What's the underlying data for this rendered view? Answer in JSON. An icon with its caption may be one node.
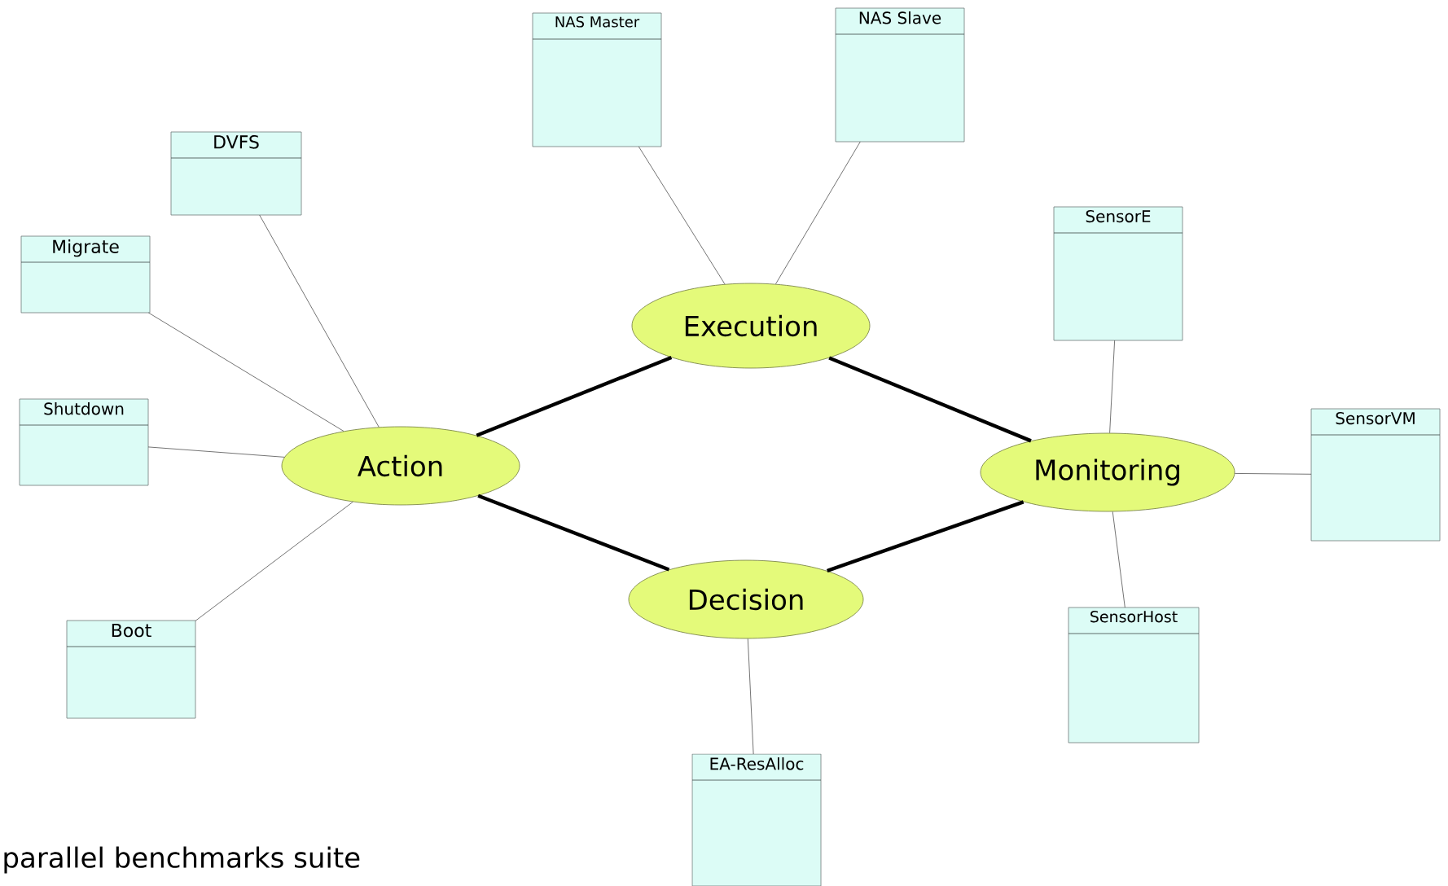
{
  "diagram": {
    "nodes": [
      {
        "text": [
          "Execution"
        ]
      },
      {
        "text": [
          "Action"
        ]
      },
      {
        "text": [
          "Monitoring"
        ]
      },
      {
        "text": [
          "Decision"
        ]
      },
      {
        "text": [
          "NAS Master"
        ]
      },
      {
        "text": [
          "NAS Slave"
        ]
      },
      {
        "text": [
          "DVFS"
        ]
      },
      {
        "text": [
          "Migrate"
        ]
      },
      {
        "text": [
          "Shutdown"
        ]
      },
      {
        "text": [
          "Boot"
        ]
      },
      {
        "text": [
          "SensorE"
        ]
      },
      {
        "text": [
          "SensorVM"
        ]
      },
      {
        "text": [
          "SensorHost"
        ]
      },
      {
        "text": [
          "EA-ResAlloc"
        ]
      }
    ],
    "edges": [
      {
        "from": 1,
        "to": 0,
        "arrow": "none",
        "style": "thick"
      },
      {
        "from": 0,
        "to": 2,
        "arrow": "none",
        "style": "thick"
      },
      {
        "from": 1,
        "to": 3,
        "arrow": "none",
        "style": "thick"
      },
      {
        "from": 3,
        "to": 2,
        "arrow": "none",
        "style": "thick"
      },
      {
        "from": 4,
        "to": 0,
        "arrow": "none"
      },
      {
        "from": 5,
        "to": 0,
        "arrow": "none"
      },
      {
        "from": 6,
        "to": 1,
        "arrow": "none"
      },
      {
        "from": 7,
        "to": 1,
        "arrow": "none"
      },
      {
        "from": 8,
        "to": 1,
        "arrow": "none"
      },
      {
        "from": 9,
        "to": 1,
        "arrow": "none"
      },
      {
        "from": 10,
        "to": 2,
        "arrow": "none"
      },
      {
        "from": 11,
        "to": 2,
        "arrow": "none"
      },
      {
        "from": 12,
        "to": 2,
        "arrow": "none"
      },
      {
        "from": 13,
        "to": 3,
        "arrow": "none"
      }
    ],
    "labels": [
      "parallel benchmarks suite"
    ]
  }
}
